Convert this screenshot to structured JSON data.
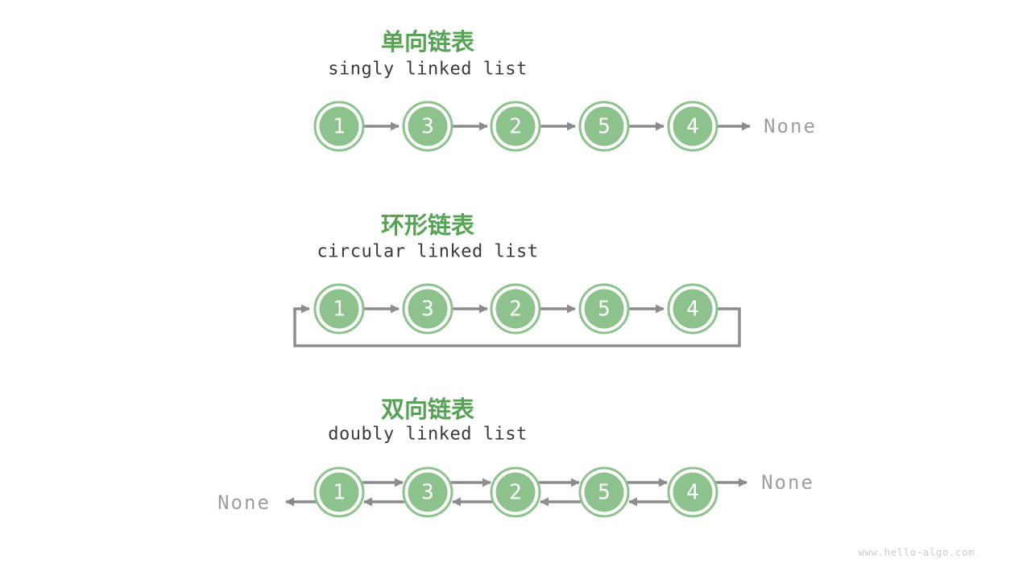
{
  "colors": {
    "background": "#FFFFFF",
    "node_green": "#8EC28D",
    "node_text": "#FFFFFF",
    "title_green": "#56A356",
    "text_dark": "#3A3A3A",
    "arrow_gray": "#8C8C8C",
    "none_gray": "#9E9E9E",
    "watermark_gray": "#CBCBCB"
  },
  "sections": [
    {
      "id": "singly-linked-list",
      "title_zh": "单向链表",
      "title_en": "singly linked list",
      "nodes": [
        "1",
        "3",
        "2",
        "5",
        "4"
      ],
      "tail_label": "None"
    },
    {
      "id": "circular-linked-list",
      "title_zh": "环形链表",
      "title_en": "circular linked list",
      "nodes": [
        "1",
        "3",
        "2",
        "5",
        "4"
      ]
    },
    {
      "id": "doubly-linked-list",
      "title_zh": "双向链表",
      "title_en": "doubly linked list",
      "nodes": [
        "1",
        "3",
        "2",
        "5",
        "4"
      ],
      "head_label": "None",
      "tail_label": "None"
    }
  ],
  "watermark": "www.hello-algo.com"
}
